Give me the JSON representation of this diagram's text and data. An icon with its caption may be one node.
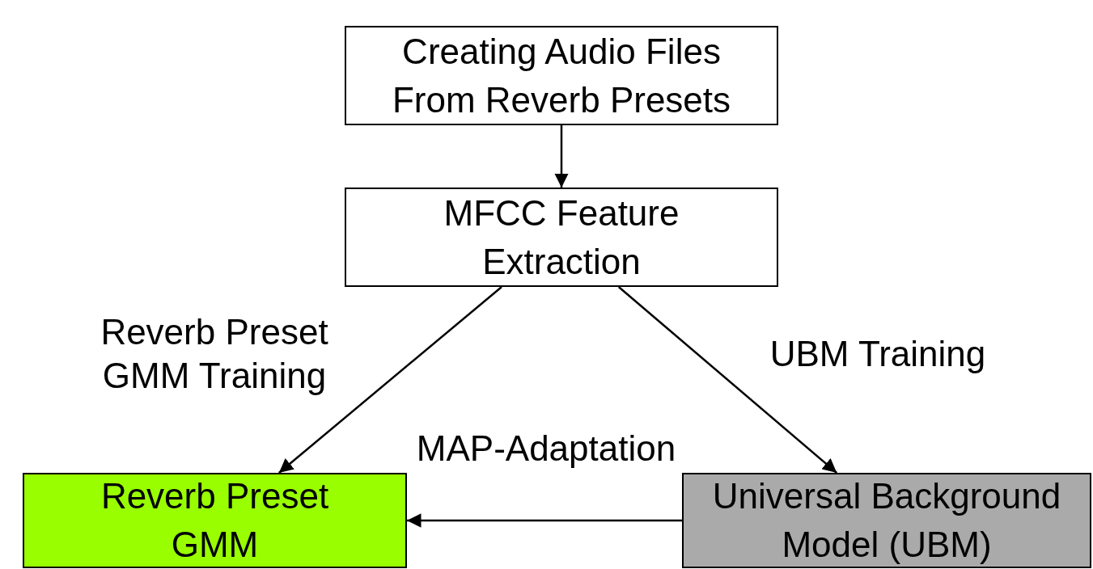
{
  "diagram": {
    "nodes": [
      {
        "text": [
          "Creating Audio Files From Reverb Presets"
        ]
      },
      {
        "text": [
          "MFCC Feature Extraction"
        ]
      },
      {
        "text": [
          "Reverb Preset GMM"
        ]
      },
      {
        "text": [
          "Universal Background Model (UBM)"
        ]
      }
    ],
    "edges": [
      {
        "from": 0,
        "to": 1,
        "arrow": "to"
      },
      {
        "from": 1,
        "to": 2,
        "arrow": "to",
        "label": "Reverb Preset GMM Training"
      },
      {
        "from": 1,
        "to": 3,
        "arrow": "to",
        "label": "UBM Training"
      },
      {
        "from": 3,
        "to": 2,
        "arrow": "to",
        "label": "MAP-Adaptation"
      }
    ]
  }
}
